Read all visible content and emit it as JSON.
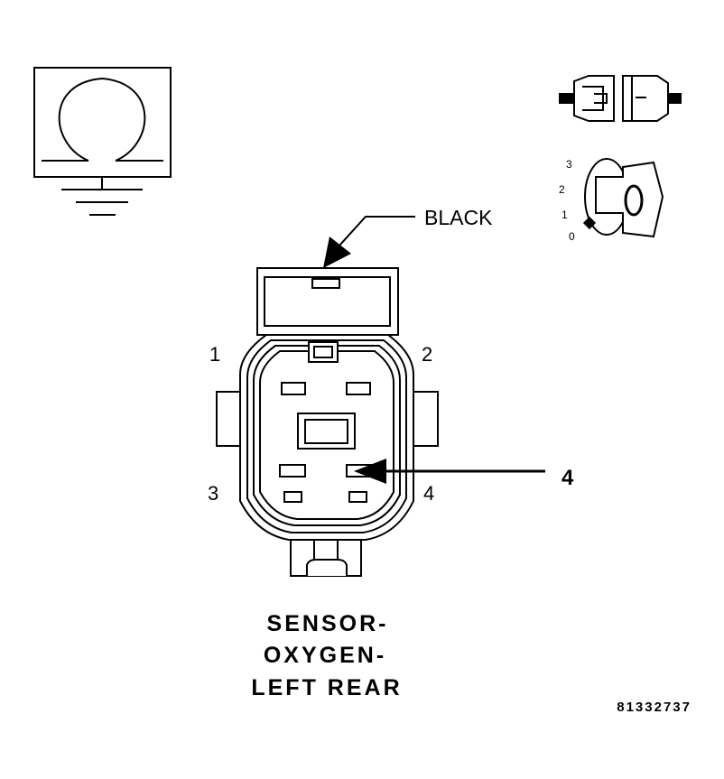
{
  "connector_color_label": "BLACK",
  "pins": {
    "pin1": "1",
    "pin2": "2",
    "pin3": "3",
    "pin4": "4"
  },
  "callout_label": "4",
  "title_lines": [
    "SENSOR-",
    "OXYGEN-",
    "LEFT REAR"
  ],
  "figure_id": "81332737",
  "ignition_positions": [
    "3",
    "2",
    "1",
    "0"
  ],
  "icons": {
    "ohmmeter": "ohm-symbol-icon",
    "ground": "ground-icon",
    "connector": "disconnected-connector-icon",
    "ignition": "ignition-key-icon"
  }
}
